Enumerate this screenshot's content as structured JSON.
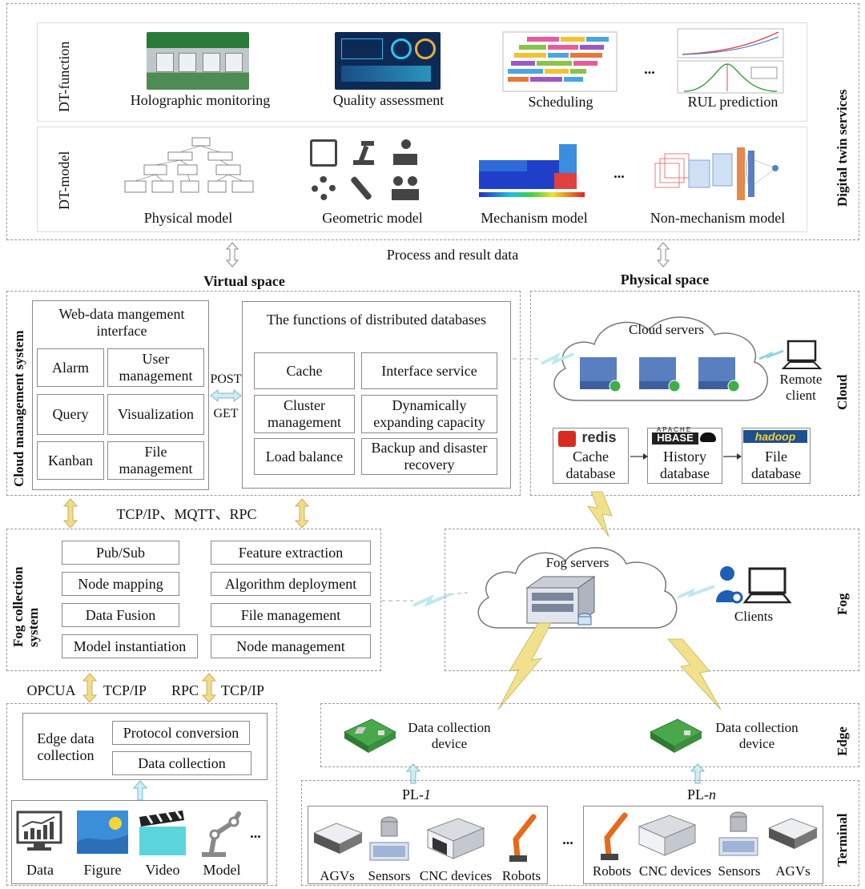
{
  "digital_twin": {
    "side_label": "Digital twin services",
    "function_label": "DT-function",
    "model_label": "DT-model",
    "functions": [
      "Holographic monitoring",
      "Quality assessment",
      "Scheduling",
      "RUL prediction"
    ],
    "models": [
      "Physical model",
      "Geometric model",
      "Mechanism model",
      "Non-mechanism model"
    ],
    "ellipsis": "...",
    "ellipsis_model": "..."
  },
  "flow": {
    "process_data": "Process and result data",
    "virtual_space": "Virtual space",
    "physical_space": "Physical space"
  },
  "cloud_mgmt": {
    "side_label": "Cloud management system",
    "web_title": "Web-data mangement interface",
    "web_cells": [
      "Alarm",
      "User management",
      "Query",
      "Visualization",
      "Kanban",
      "File management"
    ],
    "post": "POST",
    "get": "GET",
    "db_title": "The functions of distributed databases",
    "db_cells": [
      "Cache",
      "Interface service",
      "Cluster management",
      "Dynamically expanding capacity",
      "Load balance",
      "Backup and disaster recovery"
    ]
  },
  "cloud": {
    "side_label": "Cloud",
    "servers_label": "Cloud servers",
    "remote_client": "Remote client",
    "databases": [
      {
        "logo": "redis",
        "label": "Cache database"
      },
      {
        "logo": "HBASE",
        "label": "History database"
      },
      {
        "logo": "hadoop",
        "label": "File database"
      }
    ],
    "hbase_tag": "APACHE"
  },
  "protocols_top": "TCP/IP、MQTT、RPC",
  "fog_collection": {
    "side_label": "Fog collection system",
    "cells": [
      "Pub/Sub",
      "Feature extraction",
      "Node mapping",
      "Algorithm deployment",
      "Data Fusion",
      "File management",
      "Model instantiation",
      "Node management"
    ]
  },
  "fog": {
    "side_label": "Fog",
    "servers_label": "Fog servers",
    "clients": "Clients"
  },
  "protocols_bottom": {
    "left_a": "OPCUA",
    "left_b": "TCP/IP",
    "right_a": "RPC",
    "right_b": "TCP/IP"
  },
  "edge_data": {
    "title": "Edge data collection",
    "items": [
      "Protocol conversion",
      "Data collection"
    ],
    "sources": [
      "Data",
      "Figure",
      "Video",
      "Model"
    ],
    "ellipsis": "..."
  },
  "edge": {
    "side_label": "Edge",
    "device_label": "Data collection device"
  },
  "terminal": {
    "side_label": "Terminal",
    "pl1": "PL-",
    "pl1_num": "1",
    "pln": "PL-",
    "pln_num": "n",
    "group1": [
      "AGVs",
      "Sensors",
      "CNC devices",
      "Robots"
    ],
    "group2": [
      "Robots",
      "CNC devices",
      "Sensors",
      "AGVs"
    ],
    "ellipsis": "..."
  },
  "colors": {
    "arrow_yellow": "#f2dc8a",
    "arrow_blue": "#cfeef2",
    "bolt": "#f1e18c",
    "server_blue": "#5a7fc0"
  }
}
